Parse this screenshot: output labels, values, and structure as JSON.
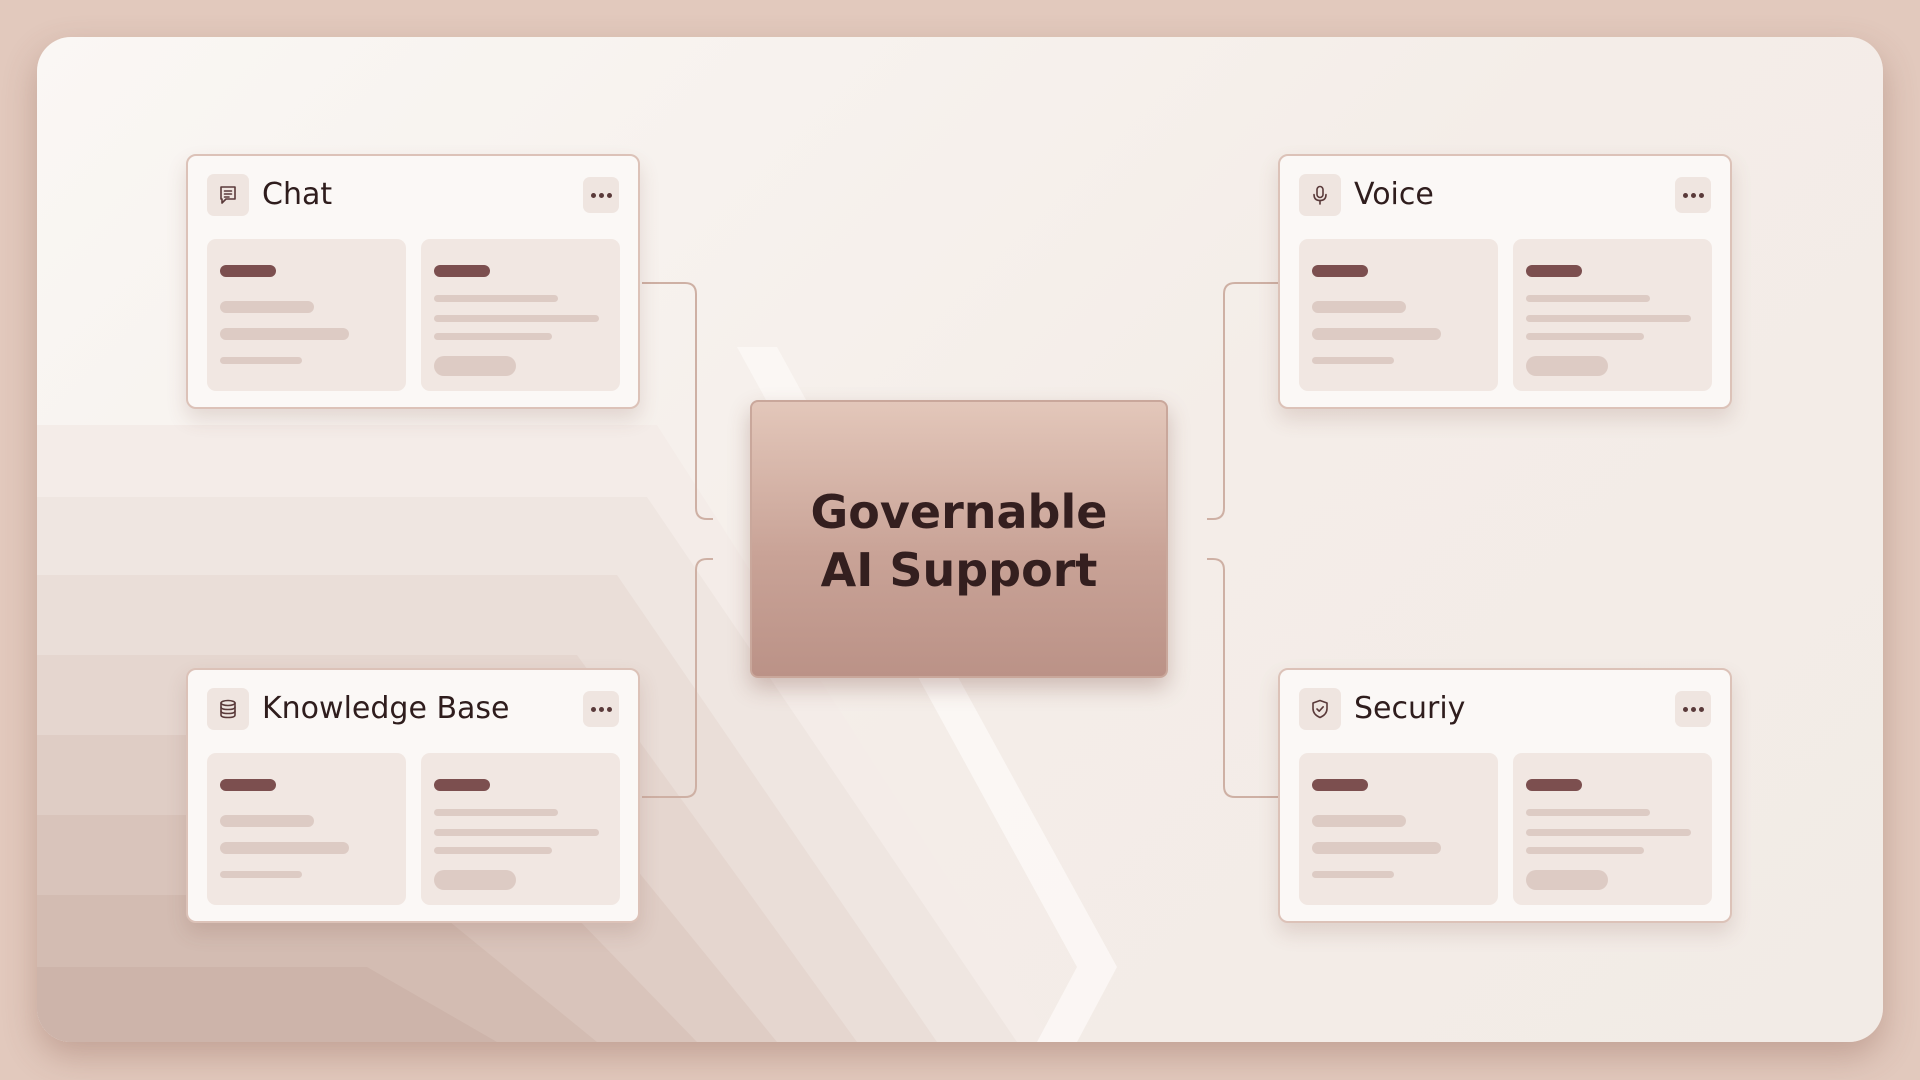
{
  "center": {
    "line1": "Governable",
    "line2": "AI Support"
  },
  "cards": {
    "chat": {
      "title": "Chat",
      "icon": "chat-document-icon"
    },
    "voice": {
      "title": "Voice",
      "icon": "microphone-icon"
    },
    "knowledge": {
      "title": "Knowledge Base",
      "icon": "database-icon"
    },
    "security": {
      "title": "Securiy",
      "icon": "shield-check-icon"
    }
  },
  "colors": {
    "background": "#e2c9bd",
    "accent_dark": "#7c4f4f",
    "center_gradient_top": "#e3c7ba",
    "center_gradient_bottom": "#bb9287",
    "connector": "#ceb0a4"
  }
}
